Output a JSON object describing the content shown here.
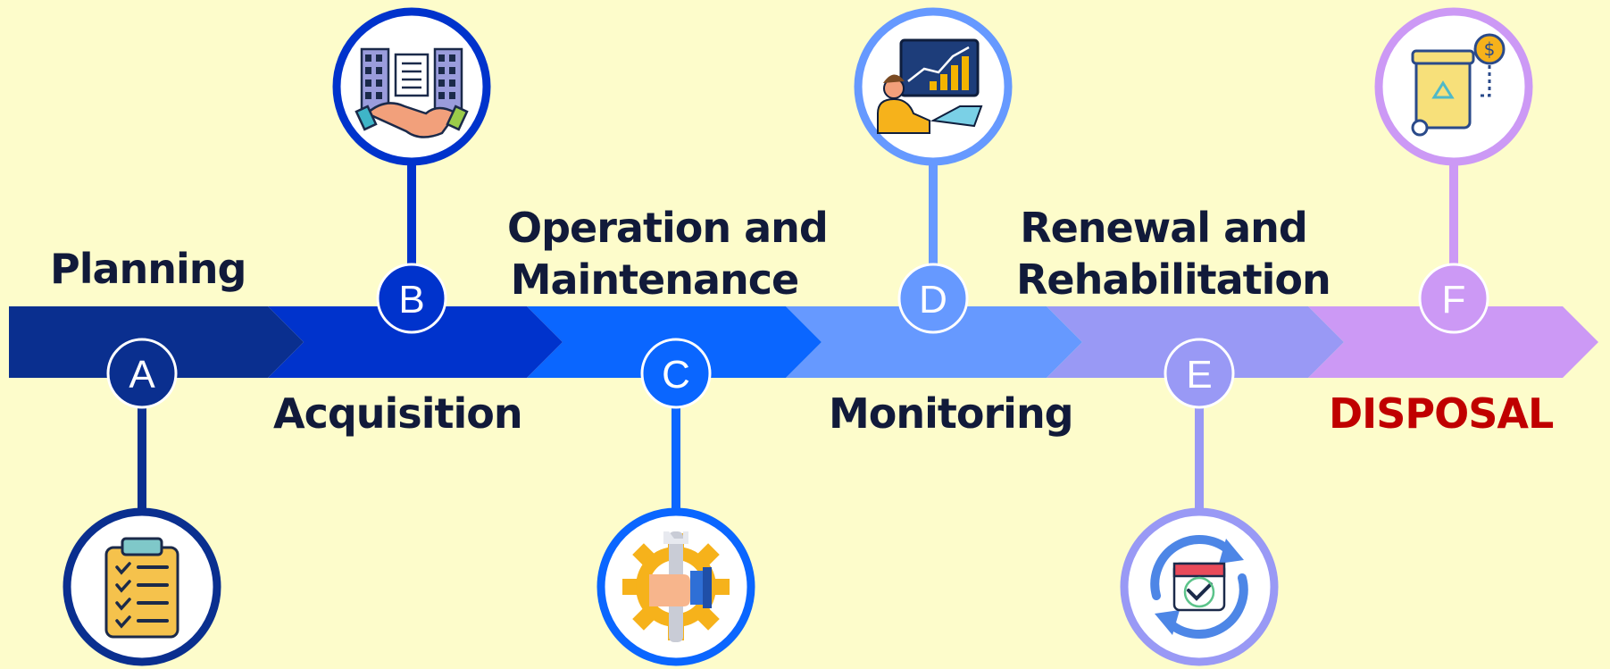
{
  "stages": [
    {
      "letter": "A",
      "title": [
        "Planning"
      ],
      "title_color": "#111a3a",
      "color": "#0a2f8f",
      "icon": "clipboard-checklist-icon"
    },
    {
      "letter": "B",
      "title": [
        "Acquisition"
      ],
      "title_color": "#111a3a",
      "color": "#0033cc",
      "icon": "handshake-buildings-icon"
    },
    {
      "letter": "C",
      "title": [
        "Operation and",
        "Maintenance"
      ],
      "title_color": "#111a3a",
      "color": "#0a66ff",
      "icon": "gear-wrench-icon"
    },
    {
      "letter": "D",
      "title": [
        "Monitoring"
      ],
      "title_color": "#111a3a",
      "color": "#6699ff",
      "icon": "analyst-chart-icon"
    },
    {
      "letter": "E",
      "title": [
        "Renewal and",
        "Rehabilitation"
      ],
      "title_color": "#111a3a",
      "color": "#9999f5",
      "icon": "calendar-refresh-icon"
    },
    {
      "letter": "F",
      "title": [
        "DISPOSAL"
      ],
      "title_color": "#c00000",
      "color": "#cc99f5",
      "icon": "recycle-bin-icon"
    }
  ],
  "background_color": "#fdfccb"
}
